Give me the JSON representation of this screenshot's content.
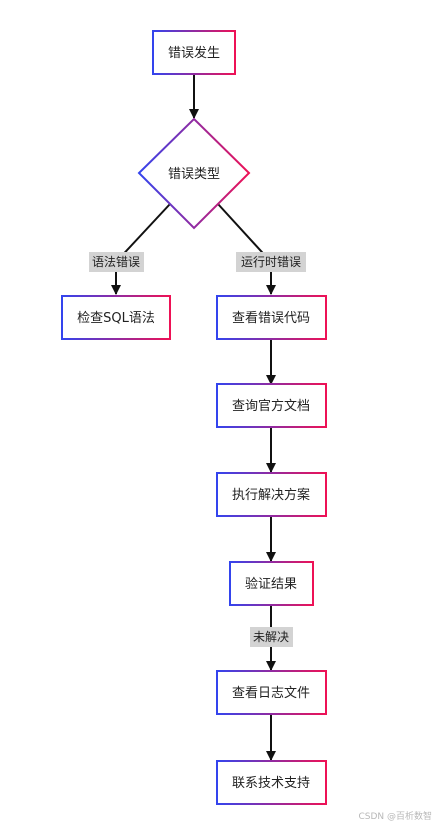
{
  "colors": {
    "gradient_start": "#3344ee",
    "gradient_end": "#ee1155",
    "edge": "#111111",
    "edge_label_bg": "#d3d3d3",
    "watermark": "#b8b8b8"
  },
  "nodes": {
    "start": "错误发生",
    "decision": "错误类型",
    "sql_check": "检查SQL语法",
    "view_code": "查看错误代码",
    "query_docs": "查询官方文档",
    "execute_fix": "执行解决方案",
    "verify": "验证结果",
    "view_log": "查看日志文件",
    "support": "联系技术支持"
  },
  "edge_labels": {
    "syntax_error": "语法错误",
    "runtime_error": "运行时错误",
    "unresolved": "未解决"
  },
  "watermark": "CSDN @百析数智"
}
